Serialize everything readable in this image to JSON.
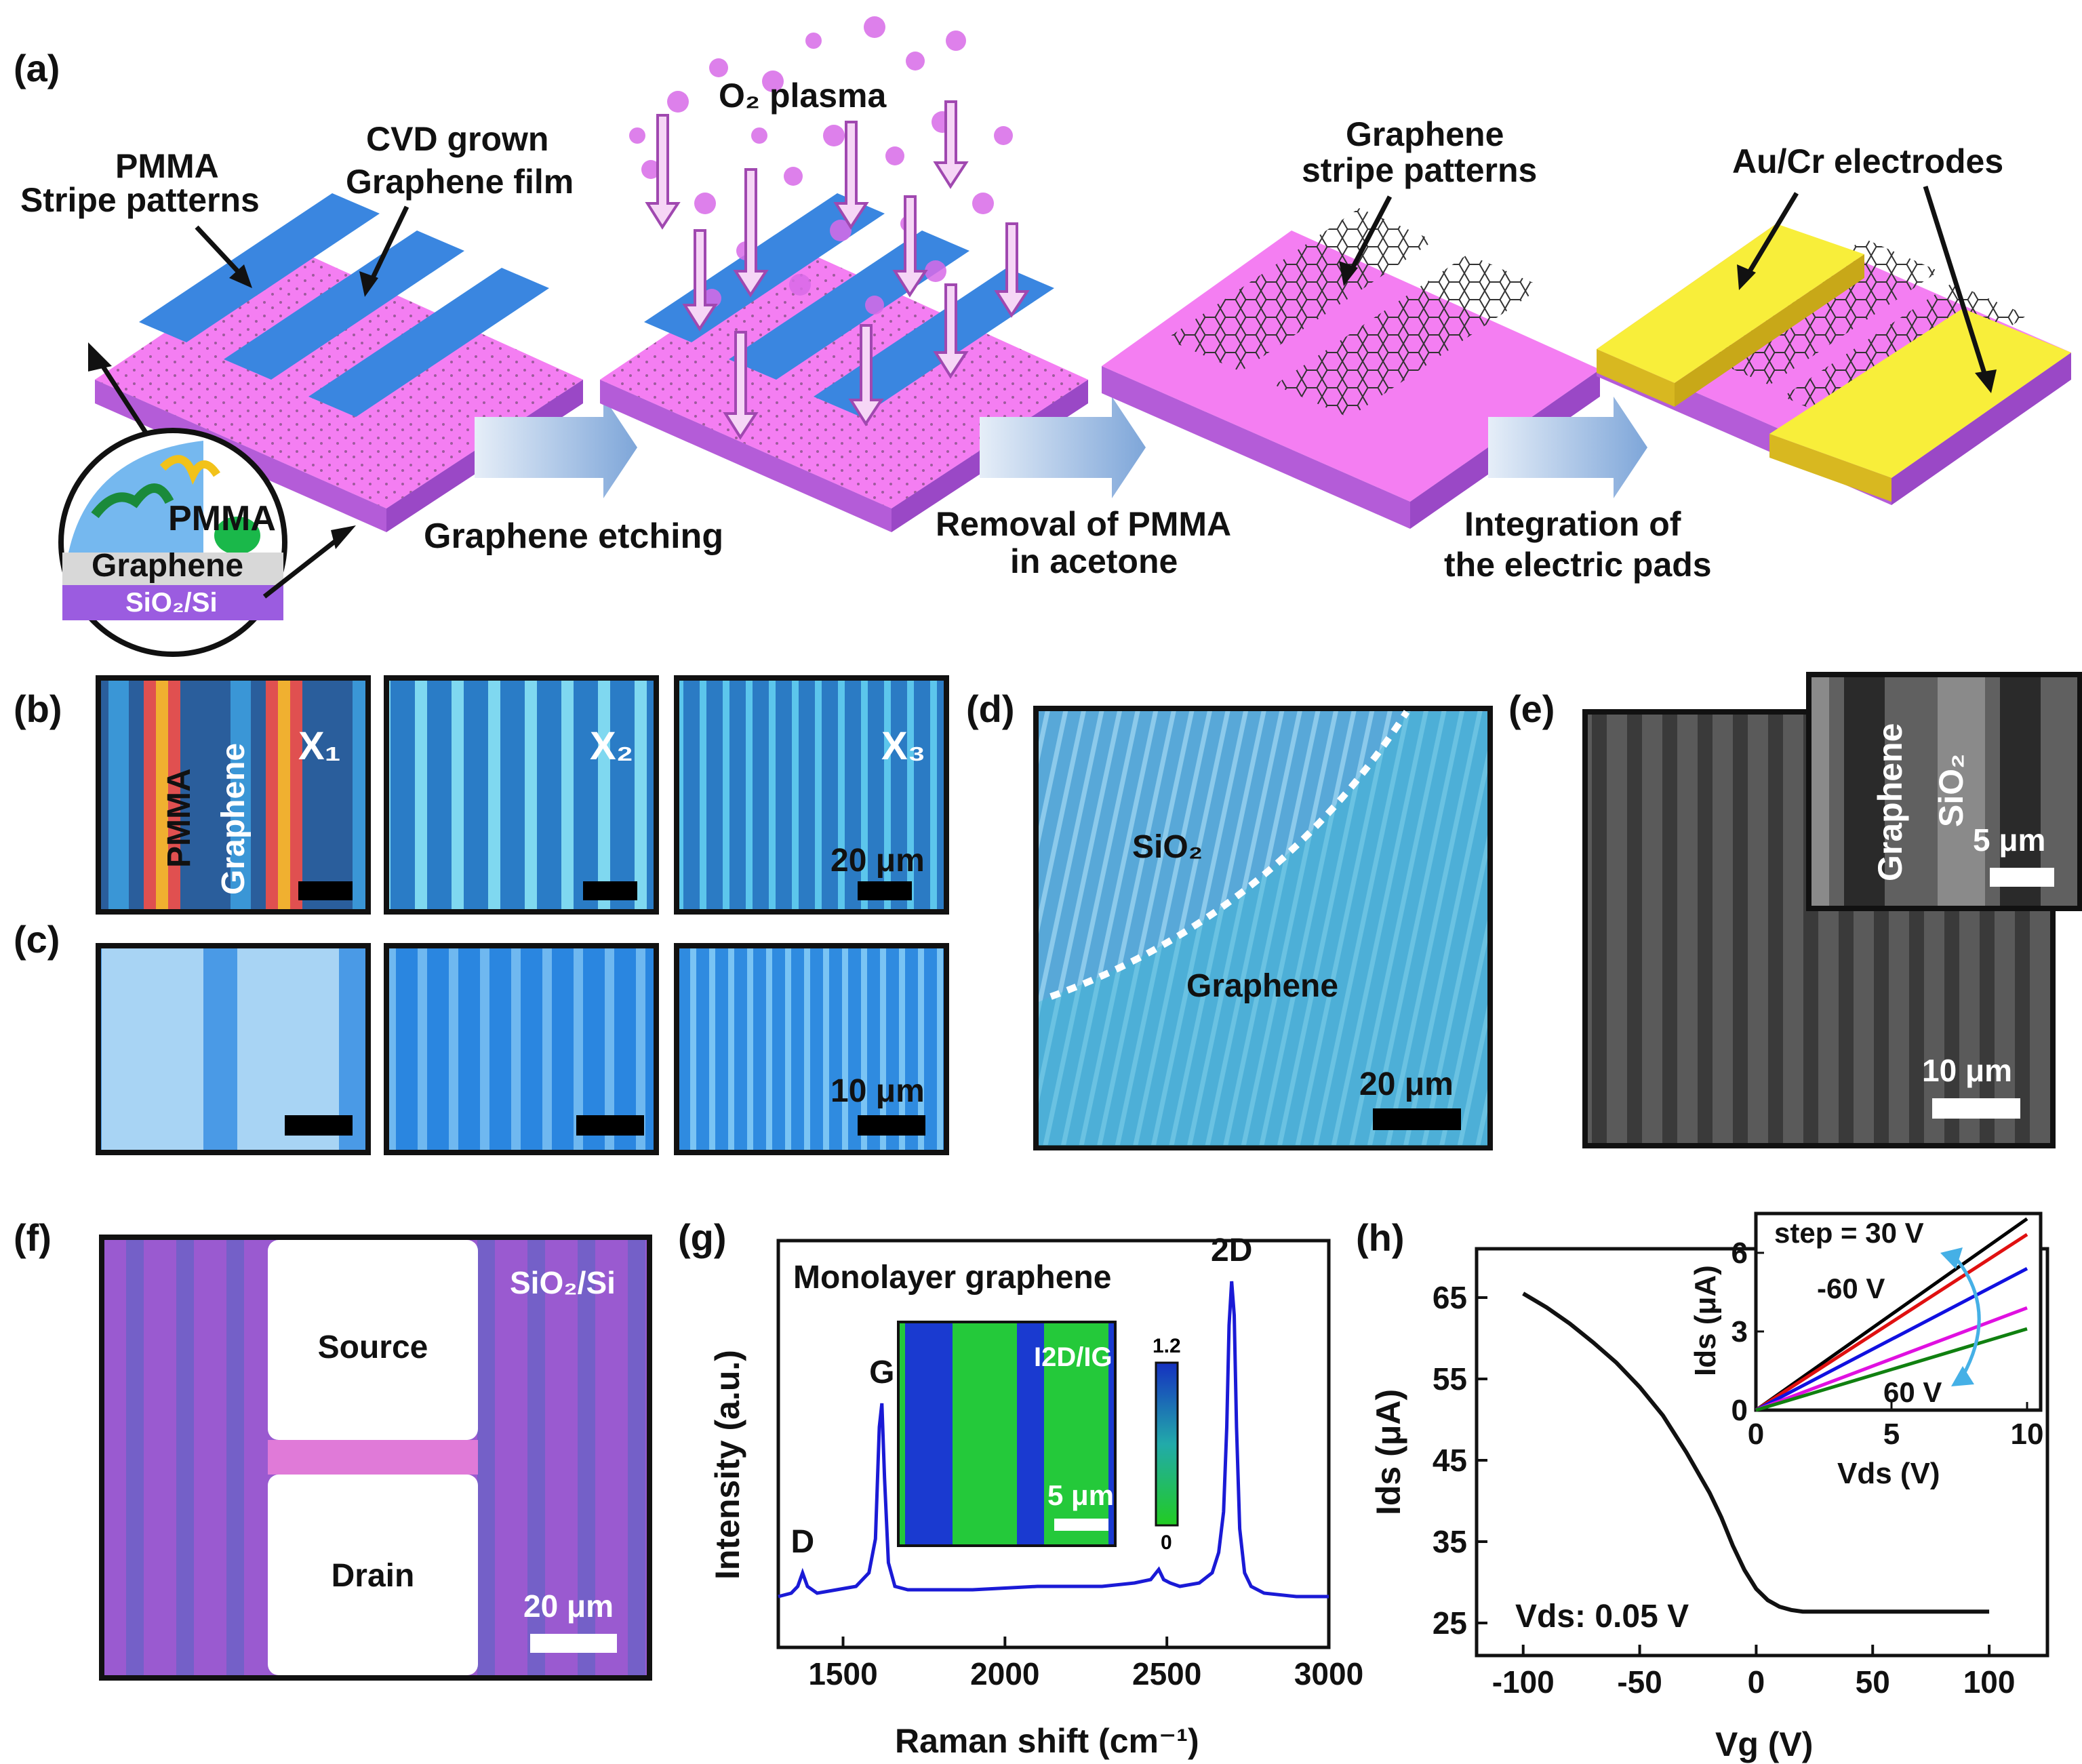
{
  "figure": {
    "panel_labels": {
      "a": "(a)",
      "b": "(b)",
      "c": "(c)",
      "d": "(d)",
      "e": "(e)",
      "f": "(f)",
      "g": "(g)",
      "h": "(h)"
    },
    "panel_a": {
      "label_pmma_stripes_1": "PMMA",
      "label_pmma_stripes_2": "Stripe patterns",
      "label_cvd_1": "CVD grown",
      "label_cvd_2": "Graphene film",
      "inset_pmma": "PMMA",
      "inset_graphene": "Graphene",
      "inset_substrate": "SiO₂/Si",
      "label_plasma": "O₂ plasma",
      "step1": "Graphene etching",
      "step2_1": "Removal of PMMA",
      "step2_2": "in acetone",
      "label_stripes_1": "Graphene",
      "label_stripes_2": "stripe patterns",
      "label_electrodes": "Au/Cr electrodes",
      "step3_1": "Integration of",
      "step3_2": "the electric pads"
    },
    "panel_b": {
      "pmma": "PMMA",
      "graphene": "Graphene",
      "x1": "X₁",
      "x2": "X₂",
      "x3": "X₃",
      "scale": "20 μm"
    },
    "panel_c": {
      "scale": "10 μm"
    },
    "panel_d": {
      "sio2": "SiO₂",
      "graphene": "Graphene",
      "scale": "20 μm"
    },
    "panel_e": {
      "inset_graphene": "Graphene",
      "inset_sio2": "SiO₂",
      "inset_scale": "5 μm",
      "scale": "10 μm"
    },
    "panel_f": {
      "substrate": "SiO₂/Si",
      "source": "Source",
      "drain": "Drain",
      "scale": "20 μm"
    }
  },
  "chart_data": [
    {
      "id": "g",
      "type": "line",
      "title": "Monolayer graphene",
      "xlabel": "Raman shift (cm⁻¹)",
      "ylabel": "Intensity (a.u.)",
      "xlim": [
        1300,
        3000
      ],
      "xticks": [
        "1500",
        "2000",
        "2500",
        "3000"
      ],
      "peak_labels": [
        "D",
        "G",
        "2D"
      ],
      "series": [
        {
          "color": "#1a1ad6",
          "x": [
            1300,
            1340,
            1360,
            1375,
            1390,
            1420,
            1480,
            1540,
            1580,
            1600,
            1612,
            1620,
            1628,
            1640,
            1660,
            1700,
            1800,
            1900,
            2000,
            2100,
            2200,
            2300,
            2400,
            2450,
            2475,
            2490,
            2510,
            2540,
            2600,
            2640,
            2660,
            2675,
            2685,
            2692,
            2700,
            2708,
            2715,
            2725,
            2740,
            2760,
            2800,
            2900,
            3000
          ],
          "y": [
            0.05,
            0.06,
            0.08,
            0.12,
            0.08,
            0.06,
            0.07,
            0.08,
            0.12,
            0.22,
            0.55,
            0.62,
            0.4,
            0.15,
            0.08,
            0.07,
            0.07,
            0.07,
            0.075,
            0.08,
            0.08,
            0.08,
            0.09,
            0.1,
            0.13,
            0.1,
            0.09,
            0.08,
            0.09,
            0.12,
            0.18,
            0.3,
            0.55,
            0.85,
            0.98,
            0.88,
            0.55,
            0.25,
            0.12,
            0.08,
            0.06,
            0.05,
            0.05
          ]
        }
      ],
      "inset": {
        "label": "I2D/IG",
        "colorbar_max": "1.2",
        "colorbar_min": "0",
        "scale": "5 μm"
      }
    },
    {
      "id": "h",
      "type": "line",
      "xlabel": "Vg (V)",
      "ylabel": "Ids (μA)",
      "xlim": [
        -120,
        125
      ],
      "ylim": [
        21,
        71
      ],
      "xticks": [
        "-100",
        "-50",
        "0",
        "50",
        "100"
      ],
      "yticks": [
        "25",
        "35",
        "45",
        "55",
        "65"
      ],
      "annotation": "Vds: 0.05 V",
      "series": [
        {
          "color": "#111111",
          "x": [
            -100,
            -90,
            -80,
            -70,
            -60,
            -50,
            -40,
            -30,
            -20,
            -15,
            -10,
            -5,
            0,
            5,
            10,
            15,
            20,
            30,
            40,
            60,
            80,
            100
          ],
          "y": [
            65.5,
            63.8,
            61.8,
            59.5,
            57.0,
            54.0,
            50.5,
            46.0,
            41.0,
            38.0,
            34.5,
            31.5,
            29.2,
            27.8,
            27.0,
            26.6,
            26.4,
            26.4,
            26.4,
            26.4,
            26.4,
            26.4
          ]
        }
      ],
      "inset": {
        "type": "line",
        "xlabel": "Vds (V)",
        "ylabel": "Ids (μA)",
        "xlim": [
          0,
          10.5
        ],
        "ylim": [
          0,
          7.5
        ],
        "xticks": [
          "0",
          "5",
          "10"
        ],
        "yticks": [
          "0",
          "3",
          "6"
        ],
        "annotations": [
          "step = 30 V",
          "-60 V",
          "60 V"
        ],
        "series": [
          {
            "color": "#000000",
            "x": [
              0,
              10
            ],
            "y": [
              0,
              7.3
            ]
          },
          {
            "color": "#e01010",
            "x": [
              0,
              10
            ],
            "y": [
              0,
              6.7
            ]
          },
          {
            "color": "#1010e0",
            "x": [
              0,
              10
            ],
            "y": [
              0,
              5.4
            ]
          },
          {
            "color": "#e010e0",
            "x": [
              0,
              10
            ],
            "y": [
              0,
              3.9
            ]
          },
          {
            "color": "#108010",
            "x": [
              0,
              10
            ],
            "y": [
              0,
              3.1
            ]
          }
        ]
      }
    }
  ]
}
